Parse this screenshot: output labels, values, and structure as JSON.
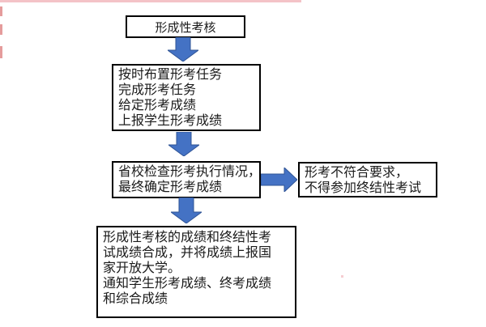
{
  "diagram": {
    "nodes": {
      "start": "形成性考核",
      "tasks": [
        "按时布置形考任务",
        "完成形考任务",
        "给定形考成绩",
        "上报学生形考成绩"
      ],
      "check": [
        "省校检查形考执行情况，",
        "最终确定形考成绩"
      ],
      "fail": [
        "形考不符合要求，",
        "不得参加终结性考试"
      ],
      "final": [
        "形成性考核的成绩和终结性考",
        "试成绩合成，并将成绩上报国",
        "家开放大学。",
        "通知学生形考成绩、终考成绩",
        "和综合成绩"
      ]
    },
    "colors": {
      "arrow_fill": "#4472c4",
      "arrow_edge": "#2f5496",
      "box_border": "#000000",
      "text": "#1a1a1a",
      "artifact_pink": "#f2b8bd",
      "artifact_red": "#d04a4a"
    }
  }
}
